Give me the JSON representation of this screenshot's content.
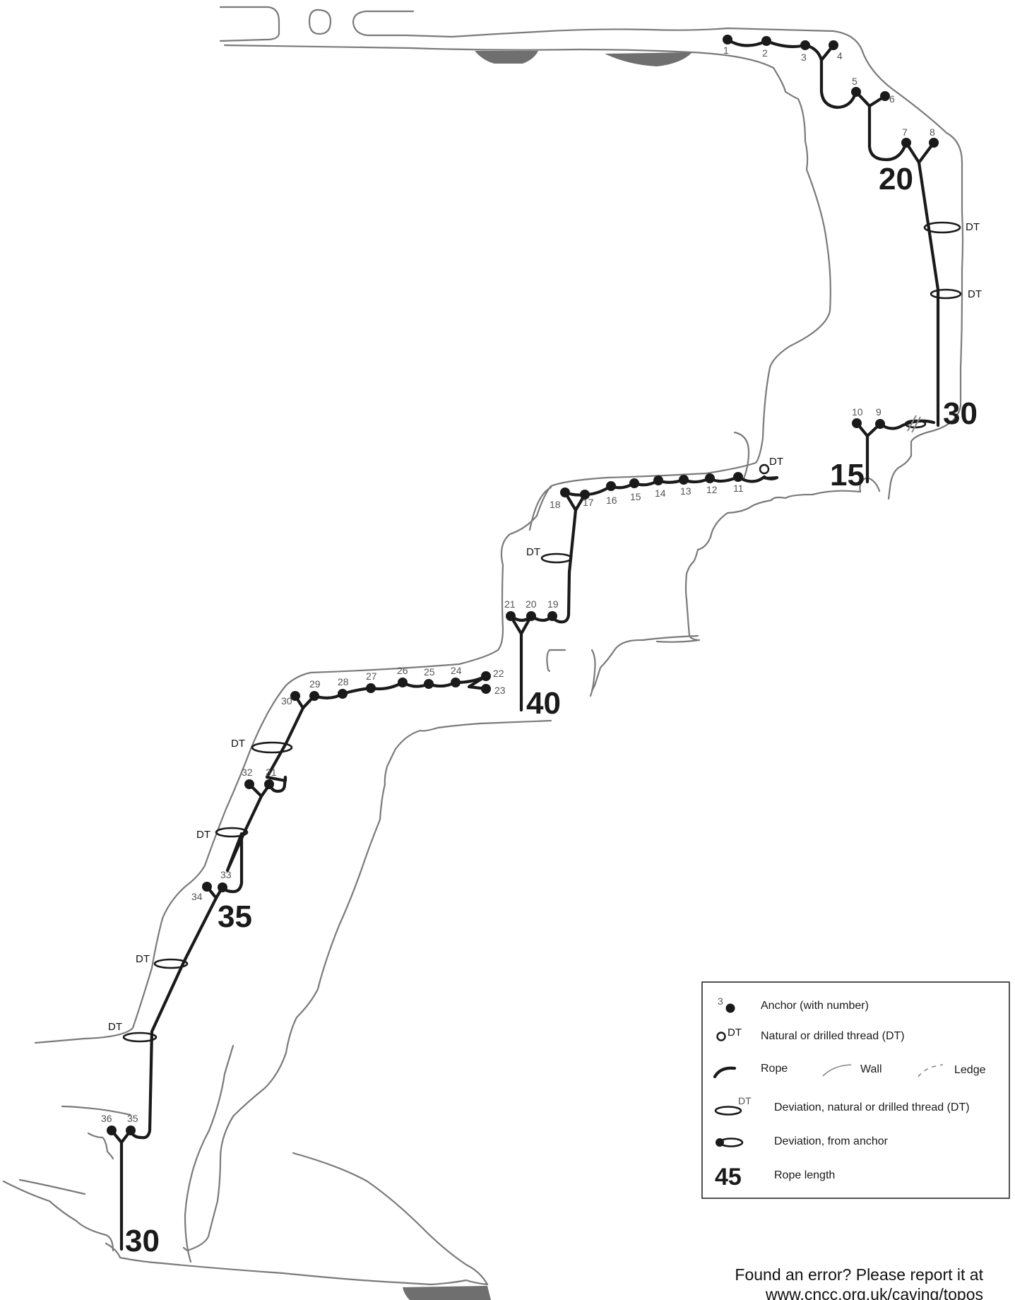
{
  "anchors": [
    "1",
    "2",
    "3",
    "4",
    "5",
    "6",
    "7",
    "8",
    "9",
    "10",
    "11",
    "12",
    "13",
    "14",
    "15",
    "16",
    "17",
    "18",
    "19",
    "20",
    "21",
    "22",
    "23",
    "24",
    "25",
    "26",
    "27",
    "28",
    "29",
    "30",
    "31",
    "32",
    "33",
    "34",
    "35",
    "36"
  ],
  "thread_label": "DT",
  "rope_lengths": [
    "20",
    "30",
    "15",
    "40",
    "35",
    "30"
  ],
  "legend": {
    "anchor_sample_number": "3",
    "anchor": "Anchor (with number)",
    "thread": "Natural or drilled thread (DT)",
    "rope": "Rope",
    "wall": "Wall",
    "ledge": "Ledge",
    "deviation_thread": "Deviation, natural or drilled thread (DT)",
    "deviation_anchor": "Deviation, from anchor",
    "rope_length_sample": "45",
    "rope_length": "Rope length"
  },
  "footer": {
    "line1": "Found an error? Please report it at",
    "line2": "www.cncc.org.uk/caving/topos"
  },
  "colors": {
    "rope": "#1a1a1a",
    "wall": "#7a7a7a",
    "rock": "#6f6f6f",
    "number_text": "#555555"
  }
}
